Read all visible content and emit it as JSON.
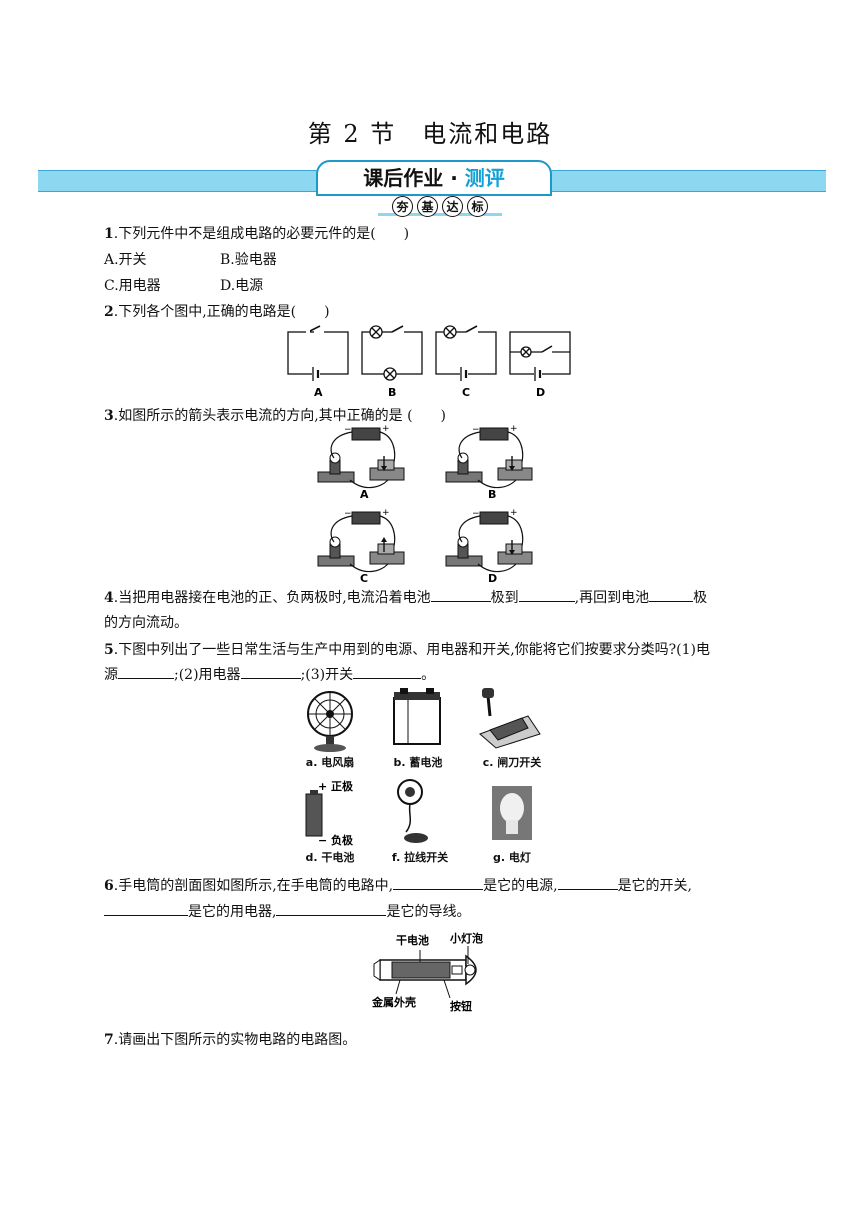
{
  "header": {
    "title": "第 2 节　电流和电路",
    "banner_main": "课后作业 · ",
    "banner_accent": "测评",
    "badge_chars": [
      "夯",
      "基",
      "达",
      "标"
    ]
  },
  "questions": {
    "q1": {
      "num": "1",
      "text": ".下列元件中不是组成电路的必要元件的是(　　)",
      "options": [
        "A.开关",
        "B.验电器",
        "C.用电器",
        "D.电源"
      ]
    },
    "q2": {
      "num": "2",
      "text": ".下列各个图中,正确的电路是(　　)",
      "labels": [
        "A",
        "B",
        "C",
        "D"
      ]
    },
    "q3": {
      "num": "3",
      "text": ".如图所示的箭头表示电流的方向,其中正确的是 (　　)",
      "labels": [
        "A",
        "B",
        "C",
        "D"
      ]
    },
    "q4": {
      "num": "4",
      "text_a": ".当把用电器接在电池的正、负两极时,电流沿着电池",
      "text_b": "极到",
      "text_c": ",再回到电池",
      "text_d": "极",
      "text_e": "的方向流动。"
    },
    "q5": {
      "num": "5",
      "text_a": ".下图中列出了一些日常生活与生产中用到的电源、用电器和开关,你能将它们按要求分类吗?(1)电",
      "text_b": "源",
      "text_c": ";(2)用电器",
      "text_d": ";(3)开关",
      "text_e": "。",
      "captions": [
        "a. 电风扇",
        "b. 蓄电池",
        "c. 闸刀开关",
        "d. 干电池",
        "f. 拉线开关",
        "g. 电灯"
      ],
      "battery_pos": "+ 正极",
      "battery_neg": "− 负极"
    },
    "q6": {
      "num": "6",
      "text_a": ".手电筒的剖面图如图所示,在手电筒的电路中,",
      "text_b": "是它的电源,",
      "text_c": "是它的开关,",
      "text_d": "是它的用电器,",
      "text_e": "是它的导线。",
      "labels": [
        "干电池",
        "小灯泡",
        "金属外壳",
        "按钮"
      ]
    },
    "q7": {
      "num": "7",
      "text": ".请画出下图所示的实物电路的电路图。"
    }
  }
}
